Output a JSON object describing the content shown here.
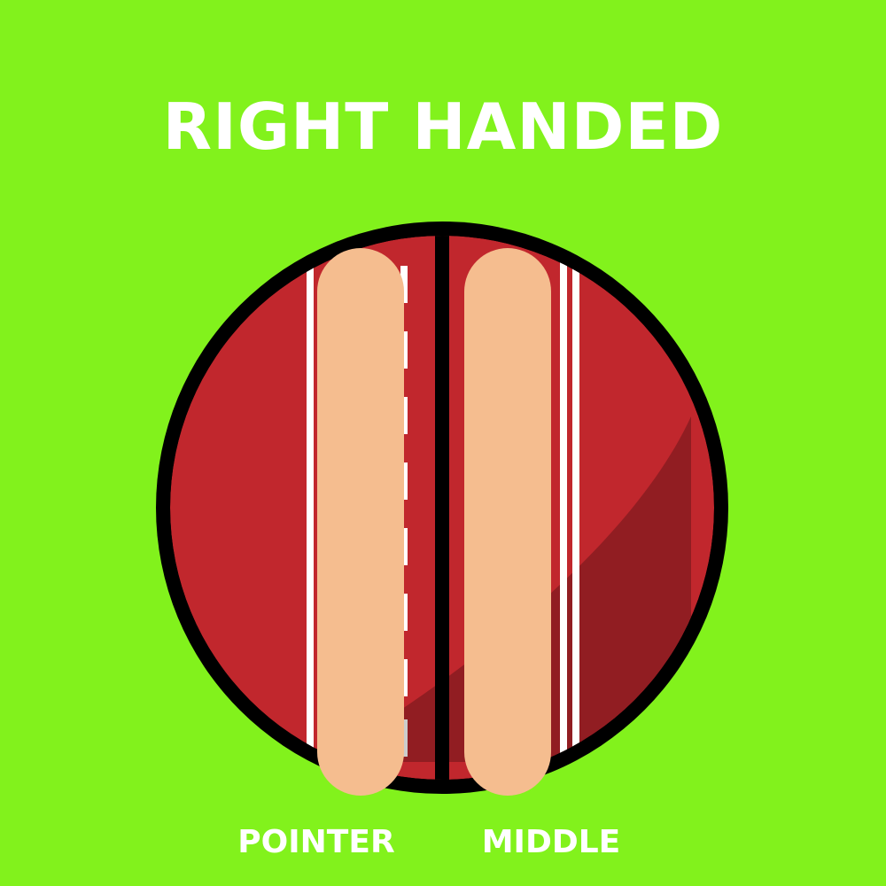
{
  "title": "RIGHT HANDED",
  "fingers": [
    {
      "label": "POINTER"
    },
    {
      "label": "MIDDLE"
    }
  ],
  "colors": {
    "background": "#82f21c",
    "ball": "#c1272d",
    "ball_shadow": "#911d22",
    "seam_stitch": "#ffffff",
    "outline": "#000000",
    "finger": "#f5bd8f",
    "text": "#ffffff"
  },
  "icons": {
    "ball": "cricket-ball-icon",
    "fingers": "finger-icon"
  }
}
